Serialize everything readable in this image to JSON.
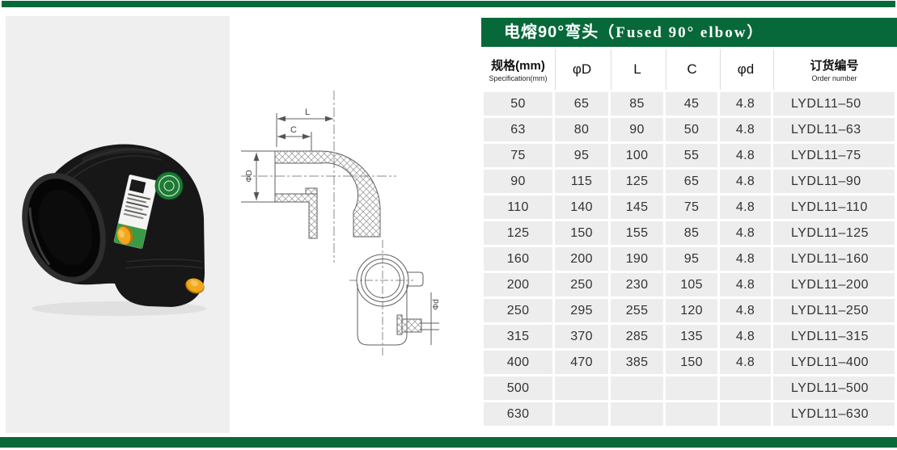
{
  "accent": {
    "green": "#07693A",
    "row_gray": "#EDEDED",
    "photo_bg": "#EFEFEF",
    "cap_yellow": "#F2A71C",
    "sticker_green": "#1D7A34"
  },
  "drawing": {
    "label_L": "L",
    "label_C": "C",
    "label_phiD": "ΦD",
    "label_phid": "Φd"
  },
  "table": {
    "title_cn": "电熔90°弯头",
    "title_en": "（Fused 90°  elbow）",
    "columns": [
      {
        "key": "spec",
        "label": "规格(mm)",
        "sublabel": "Specification(mm)"
      },
      {
        "key": "phiD",
        "label": "φD"
      },
      {
        "key": "L",
        "label": "L"
      },
      {
        "key": "C",
        "label": "C"
      },
      {
        "key": "phid",
        "label": "φd"
      },
      {
        "key": "order",
        "label": "订货编号",
        "sublabel": "Order number"
      }
    ],
    "rows": [
      [
        "50",
        "65",
        "85",
        "45",
        "4.8",
        "LYDL11–50"
      ],
      [
        "63",
        "80",
        "90",
        "50",
        "4.8",
        "LYDL11–63"
      ],
      [
        "75",
        "95",
        "100",
        "55",
        "4.8",
        "LYDL11–75"
      ],
      [
        "90",
        "115",
        "125",
        "65",
        "4.8",
        "LYDL11–90"
      ],
      [
        "110",
        "140",
        "145",
        "75",
        "4.8",
        "LYDL11–110"
      ],
      [
        "125",
        "150",
        "155",
        "85",
        "4.8",
        "LYDL11–125"
      ],
      [
        "160",
        "200",
        "190",
        "95",
        "4.8",
        "LYDL11–160"
      ],
      [
        "200",
        "250",
        "230",
        "105",
        "4.8",
        "LYDL11–200"
      ],
      [
        "250",
        "295",
        "255",
        "120",
        "4.8",
        "LYDL11–250"
      ],
      [
        "315",
        "370",
        "285",
        "135",
        "4.8",
        "LYDL11–315"
      ],
      [
        "400",
        "470",
        "385",
        "150",
        "4.8",
        "LYDL11–400"
      ],
      [
        "500",
        "",
        "",
        "",
        "",
        "LYDL11–500"
      ],
      [
        "630",
        "",
        "",
        "",
        "",
        "LYDL11–630"
      ]
    ]
  }
}
